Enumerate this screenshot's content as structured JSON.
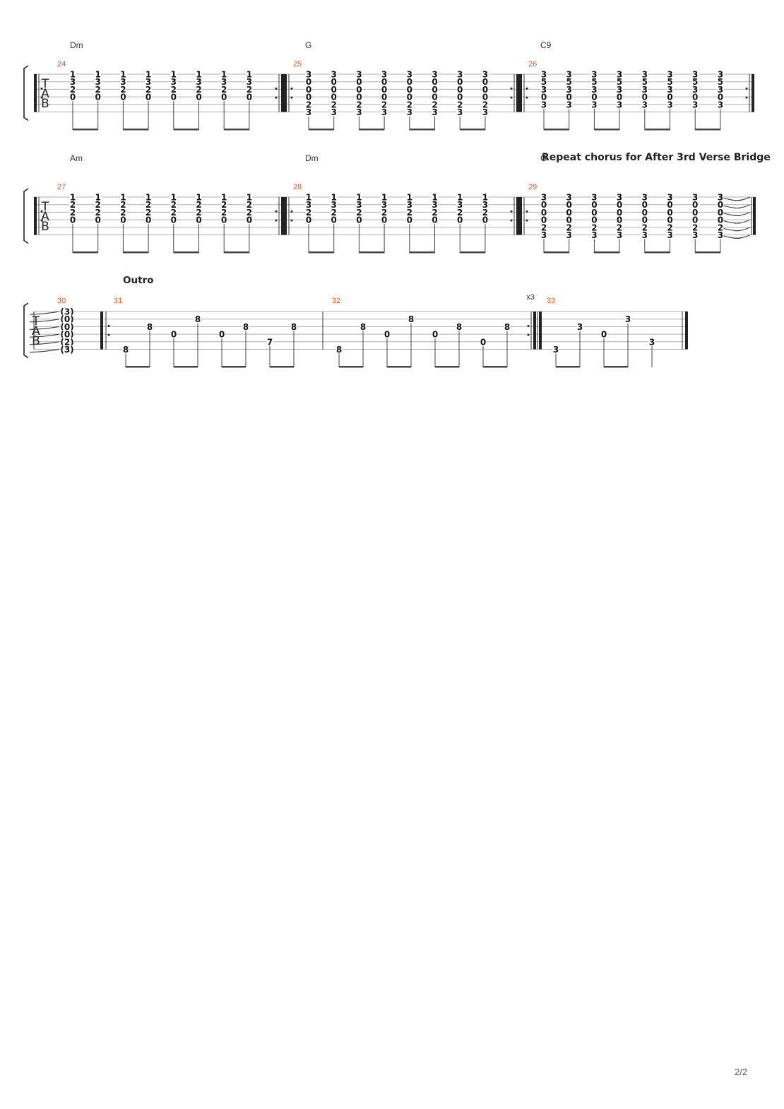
{
  "page": {
    "number": "2/2"
  },
  "tab_clef": [
    "T",
    "A",
    "B"
  ],
  "systems": [
    {
      "section_label": "",
      "measures": [
        {
          "number": "24",
          "chord": "Dm",
          "beats": [
            [
              "1",
              "3",
              "2",
              "0",
              "",
              ""
            ],
            [
              "1",
              "3",
              "2",
              "0",
              "",
              ""
            ],
            [
              "1",
              "3",
              "2",
              "0",
              "",
              ""
            ],
            [
              "1",
              "3",
              "2",
              "0",
              "",
              ""
            ],
            [
              "1",
              "3",
              "2",
              "0",
              "",
              ""
            ],
            [
              "1",
              "3",
              "2",
              "0",
              "",
              ""
            ],
            [
              "1",
              "3",
              "2",
              "0",
              "",
              ""
            ],
            [
              "1",
              "3",
              "2",
              "0",
              "",
              ""
            ]
          ],
          "repeat_start": true,
          "repeat_end": true
        },
        {
          "number": "25",
          "chord": "G",
          "beats": [
            [
              "3",
              "0",
              "0",
              "0",
              "2",
              "3"
            ],
            [
              "3",
              "0",
              "0",
              "0",
              "2",
              "3"
            ],
            [
              "3",
              "0",
              "0",
              "0",
              "2",
              "3"
            ],
            [
              "3",
              "0",
              "0",
              "0",
              "2",
              "3"
            ],
            [
              "3",
              "0",
              "0",
              "0",
              "2",
              "3"
            ],
            [
              "3",
              "0",
              "0",
              "0",
              "2",
              "3"
            ],
            [
              "3",
              "0",
              "0",
              "0",
              "2",
              "3"
            ],
            [
              "3",
              "0",
              "0",
              "0",
              "2",
              "3"
            ]
          ],
          "repeat_start": true,
          "repeat_end": true
        },
        {
          "number": "26",
          "chord": "C9",
          "beats": [
            [
              "3",
              "5",
              "3",
              "0",
              "3",
              ""
            ],
            [
              "3",
              "5",
              "3",
              "0",
              "3",
              ""
            ],
            [
              "3",
              "5",
              "3",
              "0",
              "3",
              ""
            ],
            [
              "3",
              "5",
              "3",
              "0",
              "3",
              ""
            ],
            [
              "3",
              "5",
              "3",
              "0",
              "3",
              ""
            ],
            [
              "3",
              "5",
              "3",
              "0",
              "3",
              ""
            ],
            [
              "3",
              "5",
              "3",
              "0",
              "3",
              ""
            ],
            [
              "3",
              "5",
              "3",
              "0",
              "3",
              ""
            ]
          ],
          "repeat_start": true,
          "repeat_end": true
        }
      ]
    },
    {
      "section_label": "Repeat chorus for After 3rd Verse Bridge",
      "measures": [
        {
          "number": "27",
          "chord": "Am",
          "beats": [
            [
              "1",
              "2",
              "2",
              "0",
              "",
              ""
            ],
            [
              "1",
              "2",
              "2",
              "0",
              "",
              ""
            ],
            [
              "1",
              "2",
              "2",
              "0",
              "",
              ""
            ],
            [
              "1",
              "2",
              "2",
              "0",
              "",
              ""
            ],
            [
              "1",
              "2",
              "2",
              "0",
              "",
              ""
            ],
            [
              "1",
              "2",
              "2",
              "0",
              "",
              ""
            ],
            [
              "1",
              "2",
              "2",
              "0",
              "",
              ""
            ],
            [
              "1",
              "2",
              "2",
              "0",
              "",
              ""
            ]
          ],
          "repeat_start": true,
          "repeat_end": true
        },
        {
          "number": "28",
          "chord": "Dm",
          "beats": [
            [
              "1",
              "3",
              "2",
              "0",
              "",
              ""
            ],
            [
              "1",
              "3",
              "2",
              "0",
              "",
              ""
            ],
            [
              "1",
              "3",
              "2",
              "0",
              "",
              ""
            ],
            [
              "1",
              "3",
              "2",
              "0",
              "",
              ""
            ],
            [
              "1",
              "3",
              "2",
              "0",
              "",
              ""
            ],
            [
              "1",
              "3",
              "2",
              "0",
              "",
              ""
            ],
            [
              "1",
              "3",
              "2",
              "0",
              "",
              ""
            ],
            [
              "1",
              "3",
              "2",
              "0",
              "",
              ""
            ]
          ],
          "repeat_start": true,
          "repeat_end": true
        },
        {
          "number": "29",
          "chord": "G",
          "beats": [
            [
              "3",
              "0",
              "0",
              "0",
              "2",
              "3"
            ],
            [
              "3",
              "0",
              "0",
              "0",
              "2",
              "3"
            ],
            [
              "3",
              "0",
              "0",
              "0",
              "2",
              "3"
            ],
            [
              "3",
              "0",
              "0",
              "0",
              "2",
              "3"
            ],
            [
              "3",
              "0",
              "0",
              "0",
              "2",
              "3"
            ],
            [
              "3",
              "0",
              "0",
              "0",
              "2",
              "3"
            ],
            [
              "3",
              "0",
              "0",
              "0",
              "2",
              "3"
            ],
            [
              "3",
              "0",
              "0",
              "0",
              "2",
              "3"
            ]
          ],
          "repeat_start": true,
          "repeat_end": false,
          "tied_end": true
        }
      ]
    },
    {
      "section_label": "Outro",
      "measures": [
        {
          "number": "30",
          "chord": "",
          "tied_notes": [
            "(3)",
            "(0)",
            "(0)",
            "(0)",
            "(2)",
            "(3)"
          ]
        },
        {
          "number": "31",
          "chord": "",
          "notes": [
            [
              "8",
              "5"
            ],
            [
              "8",
              "2"
            ],
            [
              "0",
              "3"
            ],
            [
              "8",
              "1"
            ],
            [
              "0",
              "3"
            ],
            [
              "8",
              "2"
            ],
            [
              "7",
              "4"
            ],
            [
              "8",
              "2"
            ]
          ],
          "repeat_start": true
        },
        {
          "number": "32",
          "chord": "",
          "notes": [
            [
              "8",
              "5"
            ],
            [
              "8",
              "2"
            ],
            [
              "0",
              "3"
            ],
            [
              "8",
              "1"
            ],
            [
              "0",
              "3"
            ],
            [
              "8",
              "2"
            ],
            [
              "0",
              "4"
            ],
            [
              "8",
              "2"
            ]
          ],
          "repeat_end": true,
          "repeat_count": "x3"
        },
        {
          "number": "33",
          "chord": "",
          "notes": [
            [
              "3",
              "5"
            ],
            [
              "3",
              "2"
            ],
            [
              "0",
              "3"
            ],
            [
              "3",
              "1"
            ],
            [
              "3",
              "4"
            ]
          ],
          "final_bar": true
        }
      ]
    }
  ]
}
